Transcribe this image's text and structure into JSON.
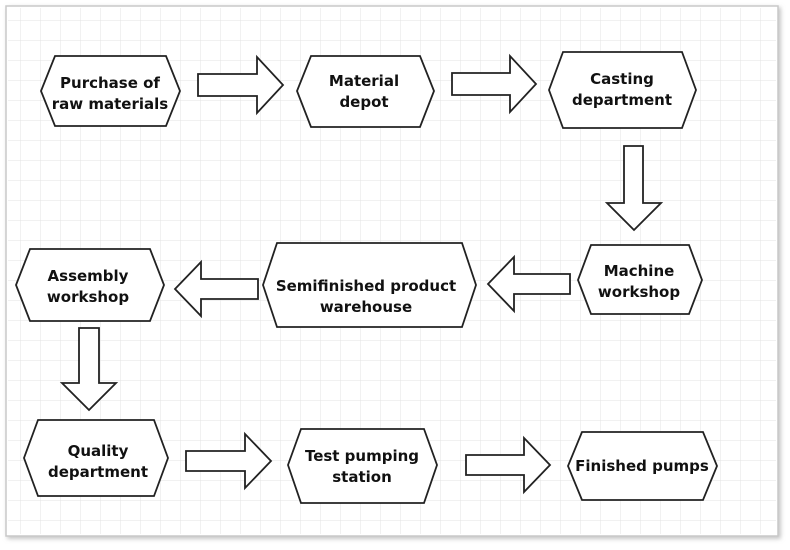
{
  "flowchart": {
    "nodes": [
      {
        "id": "purchase",
        "lines": [
          "Purchase of",
          "raw materials"
        ]
      },
      {
        "id": "depot",
        "lines": [
          "Material",
          "depot"
        ]
      },
      {
        "id": "casting",
        "lines": [
          "Casting",
          "department"
        ]
      },
      {
        "id": "machine",
        "lines": [
          "Machine",
          "workshop"
        ]
      },
      {
        "id": "semifinished",
        "lines": [
          "Semifinished product",
          "warehouse"
        ]
      },
      {
        "id": "assembly",
        "lines": [
          "Assembly",
          "workshop"
        ]
      },
      {
        "id": "quality",
        "lines": [
          "Quality",
          "department"
        ]
      },
      {
        "id": "test",
        "lines": [
          "Test pumping",
          "station"
        ]
      },
      {
        "id": "finished",
        "lines": [
          "Finished pumps"
        ]
      }
    ],
    "edges": [
      {
        "from": "purchase",
        "to": "depot"
      },
      {
        "from": "depot",
        "to": "casting"
      },
      {
        "from": "casting",
        "to": "machine"
      },
      {
        "from": "machine",
        "to": "semifinished"
      },
      {
        "from": "semifinished",
        "to": "assembly"
      },
      {
        "from": "assembly",
        "to": "quality"
      },
      {
        "from": "quality",
        "to": "test"
      },
      {
        "from": "test",
        "to": "finished"
      }
    ]
  }
}
